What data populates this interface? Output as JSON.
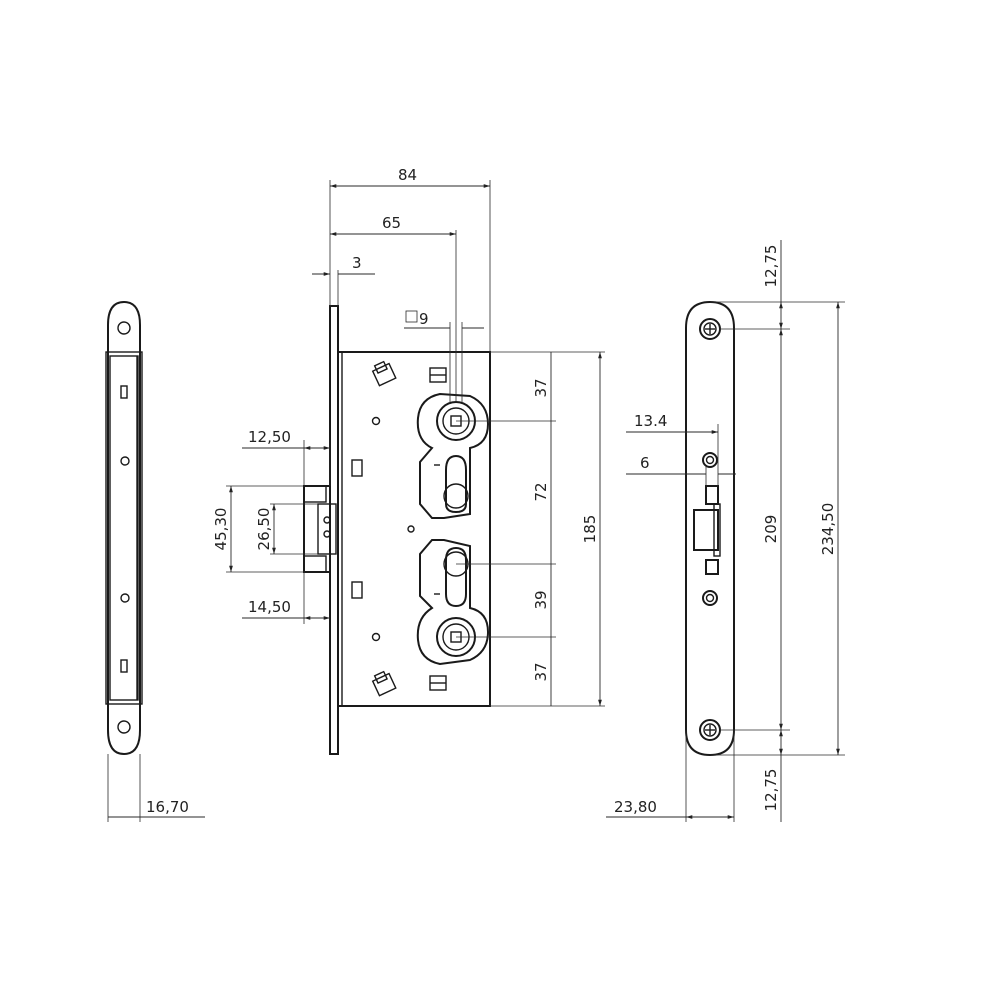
{
  "dimensions": {
    "d84": "84",
    "d65": "65",
    "d3": "3",
    "d9": "9",
    "d37_top": "37",
    "d72": "72",
    "d39": "39",
    "d37_bottom": "37",
    "d185": "185",
    "d12_50": "12,50",
    "d45_30": "45,30",
    "d26_50": "26,50",
    "d14_50": "14,50",
    "d16_70": "16,70",
    "d12_75_top": "12,75",
    "d13_4": "13.4",
    "d6": "6",
    "d209": "209",
    "d234_50": "234,50",
    "d23_80": "23,80",
    "d12_75_bottom": "12,75"
  }
}
